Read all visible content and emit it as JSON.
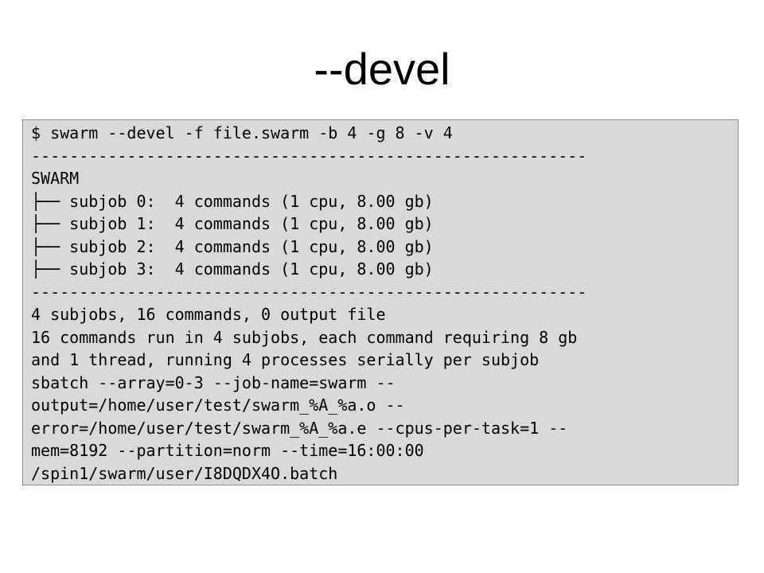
{
  "slide": {
    "title": "--devel"
  },
  "terminal": {
    "background": "#d9d9d9",
    "lines": [
      "$ swarm --devel -f file.swarm -b 4 -g 8 -v 4",
      "----------------------------------------------------------",
      "SWARM",
      "├── subjob 0:  4 commands (1 cpu, 8.00 gb)",
      "├── subjob 1:  4 commands (1 cpu, 8.00 gb)",
      "├── subjob 2:  4 commands (1 cpu, 8.00 gb)",
      "├── subjob 3:  4 commands (1 cpu, 8.00 gb)",
      "----------------------------------------------------------",
      "4 subjobs, 16 commands, 0 output file",
      "16 commands run in 4 subjobs, each command requiring 8 gb",
      "and 1 thread, running 4 processes serially per subjob",
      "sbatch --array=0-3 --job-name=swarm --",
      "output=/home/user/test/swarm_%A_%a.o --",
      "error=/home/user/test/swarm_%A_%a.e --cpus-per-task=1 --",
      "mem=8192 --partition=norm --time=16:00:00",
      "/spin1/swarm/user/I8DQDX4O.batch"
    ]
  }
}
